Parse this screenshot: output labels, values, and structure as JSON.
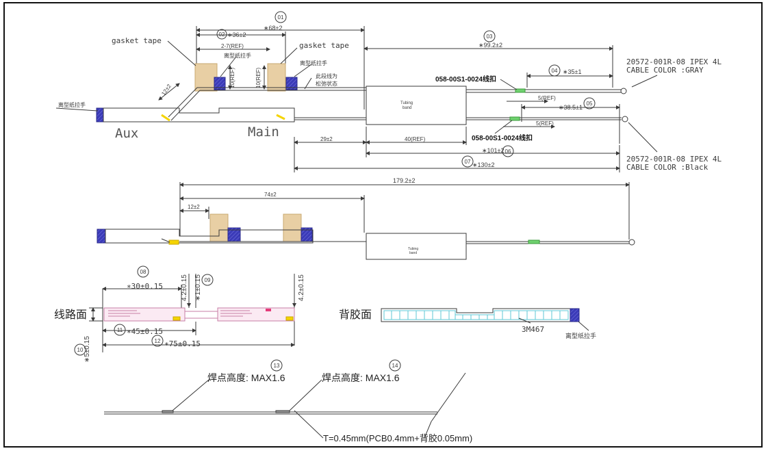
{
  "labels": {
    "dim01": "01",
    "dim01_val": "∗68±2",
    "dim02": "02",
    "dim02_val": "∗36±2",
    "gasket_left": "gasket tape",
    "gasket_right": "gasket tape",
    "ref_27": "2-7(REF)",
    "release_paper_top1": "离型纸拉手",
    "release_paper_top2": "离型纸拉手",
    "release_paper_left": "离型纸拉手",
    "ref10_a": "10(REF)",
    "ref10_b": "10(REF)",
    "loose_note_1": "此段线为",
    "loose_note_2": "松弛状态",
    "dim12_angle": "12±2",
    "aux": "Aux",
    "main": "Main",
    "dim03": "03",
    "dim03_val": "∗99.2±2",
    "tie_top": "058-00S1-0024线扣",
    "tie_bottom": "058-00S1-0024线扣",
    "dim04": "04",
    "dim04_val": "∗35±1",
    "ref5_top": "5(REF)",
    "ref5_bottom": "5(REF)",
    "dim05": "05",
    "dim05_val": "∗38.5±1",
    "cable_gray_1": "20572-001R-08 IPEX 4L",
    "cable_gray_2": "CABLE  COLOR :GRAY",
    "cable_black_1": "20572-001R-08 IPEX 4L",
    "cable_black_2": "CABLE  COLOR :Black",
    "tubing_1": "Tubing",
    "tubing_2": "band",
    "dim_29": "29±2",
    "dim_40": "40(REF)",
    "dim06": "06",
    "dim06_val": "∗101±2",
    "dim07": "07",
    "dim07_val": "∗130±2",
    "dim_179": "179.2±2",
    "dim_74": "74±2",
    "dim_12": "12±2",
    "tubing2_1": "Tubing",
    "tubing2_2": "band",
    "dim08": "08",
    "dim08_val": "∗30±0.15",
    "dim09": "09",
    "dim09_val": "∗1±0.15",
    "dim_42a": "4.2±0.15",
    "dim_42b": "4.2±0.15",
    "circuit_side": "线路面",
    "back_side": "背胶面",
    "dim11": "11",
    "dim11_val": "∗45±0.15",
    "dim12": "12",
    "dim12_val": "∗75±0.15",
    "dim10": "10",
    "dim10_val": "∗5±0.15",
    "m3_467": "3M467",
    "release_paper_right": "离型纸拉手",
    "dim13": "13",
    "dim14": "14",
    "solder_1": "焊点高度: MAX1.6",
    "solder_2": "焊点高度: MAX1.6",
    "thickness": "T=0.45mm(PCB0.4mm+背胶0.05mm)"
  },
  "colors": {
    "line": "#3a3a3a",
    "pad_blue": "#3b3bb8",
    "gasket": "#e8cfa4",
    "tie_green": "#6fd16f",
    "pcb_pink": "#e9a3c9",
    "adhesive_cyan": "#5cc7d6",
    "yellow": "#f5d400"
  }
}
